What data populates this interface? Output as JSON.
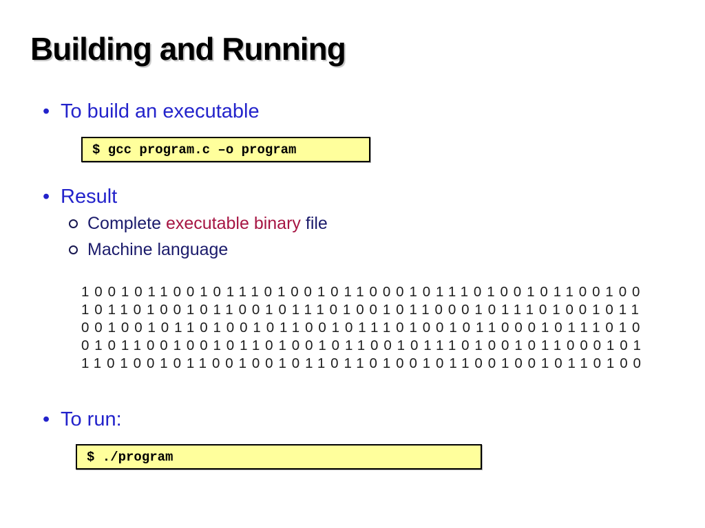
{
  "slide": {
    "title": "Building and Running",
    "bullets": {
      "build": "To build an executable",
      "result": "Result",
      "run": "To run:"
    },
    "sub_bullets": {
      "complete_prefix": "Complete ",
      "complete_highlight": "executable binary",
      "complete_suffix": " file",
      "machine": "Machine language"
    },
    "code_boxes": {
      "build_command": "$ gcc program.c –o program",
      "run_command": "$ ./program"
    },
    "binary_rows": [
      "1001011001011101001011000101110100101100100",
      "1011010010110010111010010110001011101001011",
      "0010010110100101100101110100101100010111010",
      "0101100100101101001011001011101001011000101",
      "1101001011001001011011010010110010010110100"
    ],
    "colors": {
      "title_text": "#000000",
      "bullet_blue": "#2323CB",
      "body_navy": "#1B1B6B",
      "highlight_red": "#A61543",
      "code_box_bg": "#FFFF9C",
      "code_box_border": "#000000",
      "binary_text": "#1C1C1C",
      "background": "#FFFFFF"
    }
  }
}
